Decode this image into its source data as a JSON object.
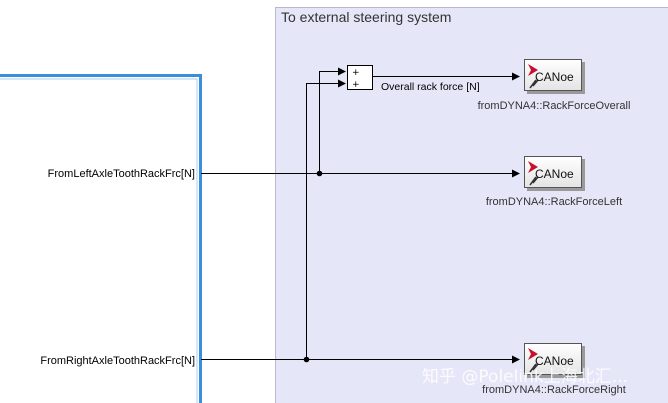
{
  "subsystem": {
    "title": "To external steering system",
    "fill": "#e6e6f9",
    "border": "#b9b9cf"
  },
  "left_block": {
    "border": "#3b8fd8",
    "ports": [
      {
        "label": "FromLeftAxleToothRackFrc[N]"
      },
      {
        "label": "FromRightAxleToothRackFrc[N]"
      }
    ]
  },
  "sum_block": {
    "signs": [
      "+",
      "+"
    ]
  },
  "signals": {
    "overall_label": "Overall rack force [N]"
  },
  "canoe_blocks": [
    {
      "text": "CANoe",
      "name": "fromDYNA4::RackForceOverall"
    },
    {
      "text": "CANoe",
      "name": "fromDYNA4::RackForceLeft"
    },
    {
      "text": "CANoe",
      "name": "fromDYNA4::RackForceRight"
    }
  ],
  "colors": {
    "canoe_accent": "#c8102e",
    "wire": "#000000"
  },
  "watermark": {
    "text": "知乎 @Polelink上海北汇..."
  }
}
